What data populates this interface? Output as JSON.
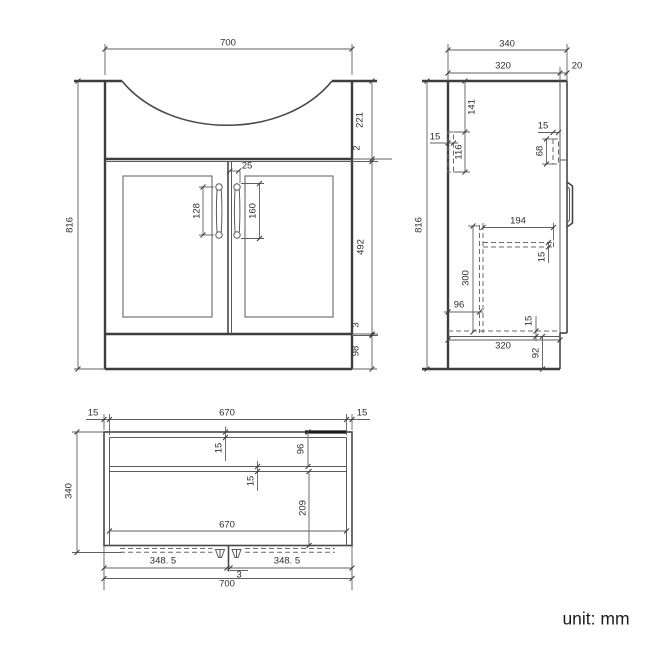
{
  "unit_label": "unit: mm",
  "front": {
    "width": "700",
    "height": "816",
    "basin_height": "221",
    "top_gap": "2",
    "door_height": "492",
    "bottom_gap": "3",
    "plinth_height": "98",
    "handle_offset": "25",
    "handle_hole_spacing": "128",
    "handle_length": "160"
  },
  "side": {
    "depth_total": "340",
    "depth_body": "320",
    "door_thickness": "20",
    "height": "816",
    "bracket_top_offset": "141",
    "bracket_height": "116",
    "bracket_thickness": "15",
    "hinge_width": "15",
    "hinge_height": "68",
    "shelf_depth": "194",
    "shelf_thickness": "15",
    "support_height": "300",
    "support_offset": "96",
    "bottom_thickness": "15",
    "bottom_depth": "320",
    "plinth_height": "92"
  },
  "plan": {
    "wall_left": "15",
    "inner_width": "670",
    "wall_right": "15",
    "depth": "340",
    "back_thickness": "15",
    "rail_offset": "96",
    "rail_thickness": "15",
    "front_depth": "209",
    "inner_width_2": "670",
    "door_left": "348. 5",
    "door_right": "348. 5",
    "door_gap": "3",
    "total_width": "700"
  }
}
